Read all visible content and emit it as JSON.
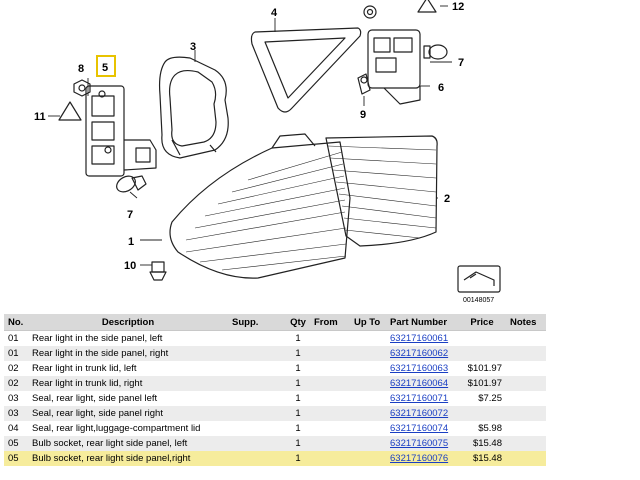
{
  "diagram": {
    "callouts": [
      "1",
      "2",
      "3",
      "4",
      "5",
      "6",
      "7",
      "7",
      "8",
      "9",
      "10",
      "11",
      "12"
    ],
    "diagram_code": "00148057",
    "highlighted_callout": "5"
  },
  "table": {
    "headers": [
      "No.",
      "Description",
      "Supp.",
      "Qty",
      "From",
      "Up To",
      "Part Number",
      "Price",
      "Notes"
    ],
    "rows": [
      {
        "no": "01",
        "desc": "Rear light in the side panel, left",
        "supp": "",
        "qty": "1",
        "from": "",
        "upto": "",
        "part": "63217160061",
        "price": "",
        "notes": ""
      },
      {
        "no": "01",
        "desc": "Rear light in the side panel, right",
        "supp": "",
        "qty": "1",
        "from": "",
        "upto": "",
        "part": "63217160062",
        "price": "",
        "notes": ""
      },
      {
        "no": "02",
        "desc": "Rear light in trunk lid, left",
        "supp": "",
        "qty": "1",
        "from": "",
        "upto": "",
        "part": "63217160063",
        "price": "$101.97",
        "notes": ""
      },
      {
        "no": "02",
        "desc": "Rear light in trunk lid, right",
        "supp": "",
        "qty": "1",
        "from": "",
        "upto": "",
        "part": "63217160064",
        "price": "$101.97",
        "notes": ""
      },
      {
        "no": "03",
        "desc": "Seal, rear light, side panel left",
        "supp": "",
        "qty": "1",
        "from": "",
        "upto": "",
        "part": "63217160071",
        "price": "$7.25",
        "notes": ""
      },
      {
        "no": "03",
        "desc": "Seal, rear light, side panel right",
        "supp": "",
        "qty": "1",
        "from": "",
        "upto": "",
        "part": "63217160072",
        "price": "",
        "notes": ""
      },
      {
        "no": "04",
        "desc": "Seal, rear light,luggage-compartment lid",
        "supp": "",
        "qty": "1",
        "from": "",
        "upto": "",
        "part": "63217160074",
        "price": "$5.98",
        "notes": ""
      },
      {
        "no": "05",
        "desc": "Bulb socket, rear light side panel, left",
        "supp": "",
        "qty": "1",
        "from": "",
        "upto": "",
        "part": "63217160075",
        "price": "$15.48",
        "notes": ""
      },
      {
        "no": "05",
        "desc": "Bulb socket, rear light side panel,right",
        "supp": "",
        "qty": "1",
        "from": "",
        "upto": "",
        "part": "63217160076",
        "price": "$15.48",
        "notes": ""
      }
    ]
  }
}
